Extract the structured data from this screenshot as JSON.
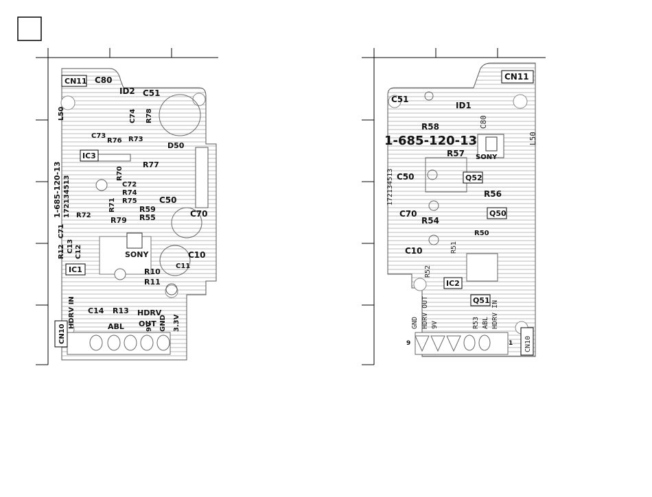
{
  "corner_box": "",
  "left_board": {
    "labels": [
      {
        "id": "cn11",
        "text": "CN11",
        "boxed": true
      },
      {
        "id": "c80",
        "text": "C80"
      },
      {
        "id": "id2",
        "text": "ID2"
      },
      {
        "id": "c51",
        "text": "C51"
      },
      {
        "id": "l50",
        "text": "L50"
      },
      {
        "id": "c74",
        "text": "C74"
      },
      {
        "id": "r78",
        "text": "R78"
      },
      {
        "id": "c73",
        "text": "C73"
      },
      {
        "id": "r76",
        "text": "R76"
      },
      {
        "id": "r73",
        "text": "R73"
      },
      {
        "id": "d50",
        "text": "D50"
      },
      {
        "id": "ic3",
        "text": "IC3",
        "boxed": true
      },
      {
        "id": "r77",
        "text": "R77"
      },
      {
        "id": "r70",
        "text": "R70"
      },
      {
        "id": "c72",
        "text": "C72"
      },
      {
        "id": "r74",
        "text": "R74"
      },
      {
        "id": "r75",
        "text": "R75"
      },
      {
        "id": "c50",
        "text": "C50"
      },
      {
        "id": "r71",
        "text": "R71"
      },
      {
        "id": "r72",
        "text": "R72"
      },
      {
        "id": "r59",
        "text": "R59"
      },
      {
        "id": "r55",
        "text": "R55"
      },
      {
        "id": "r79",
        "text": "R79"
      },
      {
        "id": "c70",
        "text": "C70"
      },
      {
        "id": "c71",
        "text": "C71"
      },
      {
        "id": "c13",
        "text": "C13"
      },
      {
        "id": "c12",
        "text": "C12"
      },
      {
        "id": "r12",
        "text": "R12"
      },
      {
        "id": "sony",
        "text": "SONY"
      },
      {
        "id": "c10",
        "text": "C10"
      },
      {
        "id": "c11",
        "text": "C11"
      },
      {
        "id": "ic1",
        "text": "IC1",
        "boxed": true
      },
      {
        "id": "r10",
        "text": "R10"
      },
      {
        "id": "r11",
        "text": "R11"
      },
      {
        "id": "hdrvin",
        "text": "HDRV IN"
      },
      {
        "id": "c14",
        "text": "C14"
      },
      {
        "id": "r13",
        "text": "R13"
      },
      {
        "id": "hdrv",
        "text": "HDRV"
      },
      {
        "id": "out",
        "text": "OUT"
      },
      {
        "id": "abl",
        "text": "ABL"
      },
      {
        "id": "v9",
        "text": "9V"
      },
      {
        "id": "gnd",
        "text": "GND"
      },
      {
        "id": "v33",
        "text": "3.3V"
      },
      {
        "id": "cn10",
        "text": "CN10",
        "boxed": true
      },
      {
        "id": "partno",
        "text": "1-685-120-13"
      },
      {
        "id": "serial",
        "text": "172134513"
      }
    ]
  },
  "right_board": {
    "labels": [
      {
        "id": "cn11",
        "text": "CN11",
        "boxed": true
      },
      {
        "id": "c51",
        "text": "C51"
      },
      {
        "id": "id1",
        "text": "ID1"
      },
      {
        "id": "r58",
        "text": "R58"
      },
      {
        "id": "partno",
        "text": "1-685-120-13"
      },
      {
        "id": "c80",
        "text": "C80"
      },
      {
        "id": "l50",
        "text": "L50"
      },
      {
        "id": "sony",
        "text": "SONY"
      },
      {
        "id": "r57",
        "text": "R57"
      },
      {
        "id": "serial",
        "text": "172134513"
      },
      {
        "id": "c50",
        "text": "C50"
      },
      {
        "id": "q52",
        "text": "Q52",
        "boxed": true
      },
      {
        "id": "r56",
        "text": "R56"
      },
      {
        "id": "c70",
        "text": "C70"
      },
      {
        "id": "r54",
        "text": "R54"
      },
      {
        "id": "q50",
        "text": "Q50",
        "boxed": true
      },
      {
        "id": "r50",
        "text": "R50"
      },
      {
        "id": "c10",
        "text": "C10"
      },
      {
        "id": "r51",
        "text": "R51"
      },
      {
        "id": "r52",
        "text": "R52"
      },
      {
        "id": "ic2",
        "text": "IC2",
        "boxed": true
      },
      {
        "id": "q51",
        "text": "Q51",
        "boxed": true
      },
      {
        "id": "gnd",
        "text": "GND"
      },
      {
        "id": "hdrvout",
        "text": "HDRV OUT"
      },
      {
        "id": "v9",
        "text": "9V"
      },
      {
        "id": "r53",
        "text": "R53"
      },
      {
        "id": "abl",
        "text": "ABL"
      },
      {
        "id": "hdrvin",
        "text": "HDRV IN"
      },
      {
        "id": "pin9",
        "text": "9"
      },
      {
        "id": "pin1",
        "text": "1"
      },
      {
        "id": "cn10",
        "text": "CN10",
        "boxed": true
      }
    ]
  }
}
